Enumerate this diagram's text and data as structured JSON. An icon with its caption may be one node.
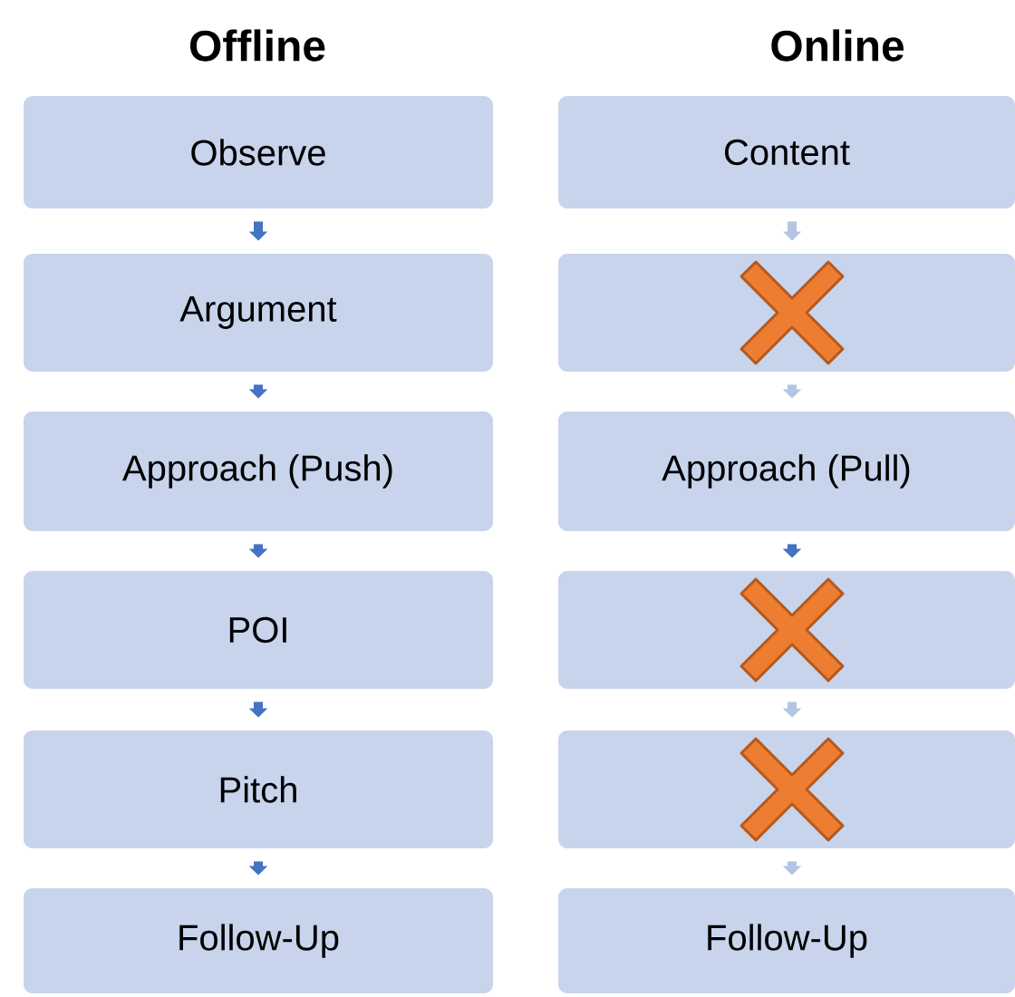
{
  "diagram": {
    "nodes": [
      {
        "text": [
          "Observe"
        ]
      },
      {
        "text": [
          "Argument"
        ]
      },
      {
        "text": [
          "Approach (Push)"
        ]
      },
      {
        "text": [
          "POI"
        ]
      },
      {
        "text": [
          "Pitch"
        ]
      },
      {
        "text": [
          "Follow-Up"
        ]
      },
      {
        "text": [
          "Content"
        ]
      },
      {
        "text": [],
        "shape": "box"
      },
      {
        "text": [
          "Approach (Pull)"
        ]
      },
      {
        "text": [],
        "shape": "box"
      },
      {
        "text": [],
        "shape": "box"
      },
      {
        "text": [
          "Follow-Up"
        ]
      }
    ],
    "edges": [
      {
        "from": 0,
        "to": 1,
        "arrow": "to"
      },
      {
        "from": 1,
        "to": 2,
        "arrow": "to"
      },
      {
        "from": 2,
        "to": 3,
        "arrow": "to"
      },
      {
        "from": 3,
        "to": 4,
        "arrow": "to"
      },
      {
        "from": 4,
        "to": 5,
        "arrow": "to"
      },
      {
        "from": 6,
        "to": 7,
        "arrow": "to",
        "color": "#b4c5e4"
      },
      {
        "from": 7,
        "to": 8,
        "arrow": "to",
        "color": "#b4c5e4"
      },
      {
        "from": 8,
        "to": 9,
        "arrow": "to"
      },
      {
        "from": 9,
        "to": 10,
        "arrow": "to",
        "color": "#b4c5e4"
      },
      {
        "from": 10,
        "to": 11,
        "arrow": "to",
        "color": "#b4c5e4"
      }
    ],
    "labels": [
      "Offline",
      "Online"
    ]
  }
}
